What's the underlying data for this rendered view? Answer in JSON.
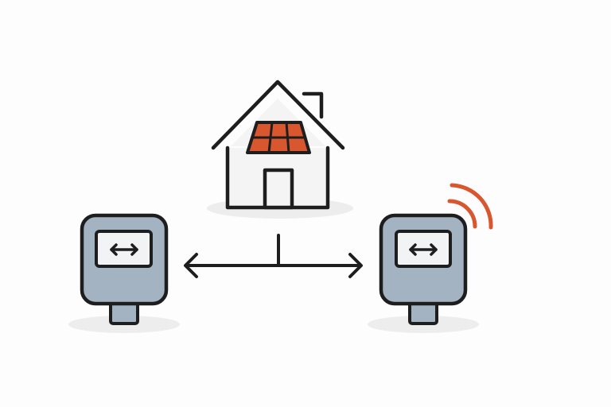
{
  "diagram": {
    "colors": {
      "background": "#fdfdfd",
      "outline": "#1e1e1e",
      "house_fill": "#f4f4f4",
      "solar_panel": "#d9572e",
      "meter_body": "#a4b3c1",
      "meter_display": "#f1f3f5",
      "wireless_signal": "#d9572e",
      "ground_shadow": "#ededed"
    },
    "house": {
      "icon": "house-icon",
      "roof_feature": "solar-panel-icon"
    },
    "meters": [
      {
        "name": "left-meter",
        "icon": "smart-meter-icon",
        "display_icon": "double-arrow-icon",
        "wireless": false
      },
      {
        "name": "right-meter",
        "icon": "smart-meter-icon",
        "display_icon": "double-arrow-icon",
        "wireless": true
      }
    ],
    "connector": {
      "icon": "bidirectional-arrow-icon",
      "branch_to": "house"
    }
  }
}
